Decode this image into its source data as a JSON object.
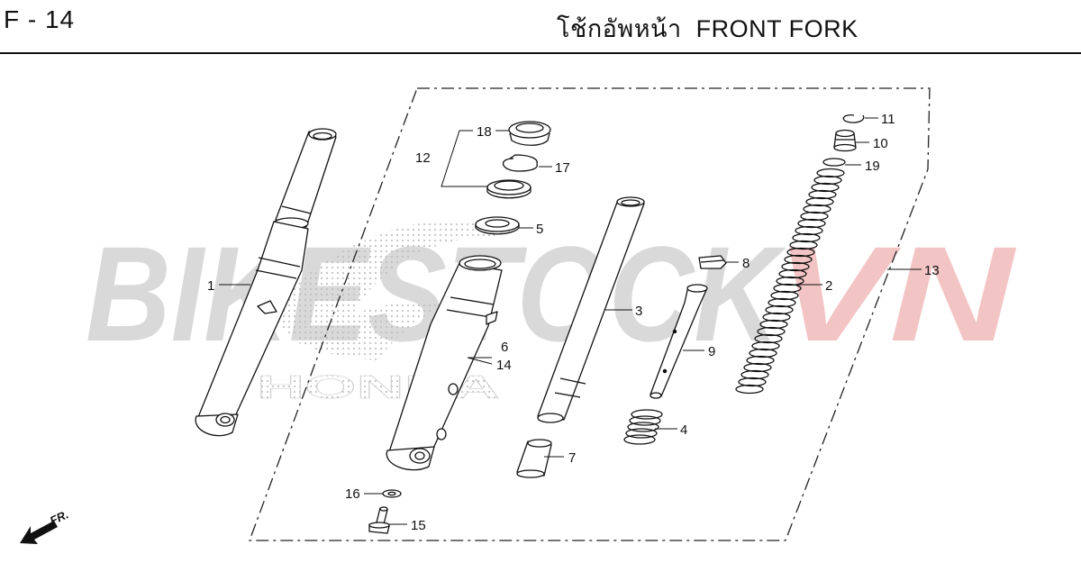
{
  "header": {
    "page_code": "F - 14",
    "title_thai": "โช้กอัพหน้า",
    "title_en": "FRONT FORK"
  },
  "watermark": {
    "text_main": "BIKESTOCK",
    "text_accent": "VN",
    "brand": "HONDA",
    "color_main": "#d9d9d9",
    "color_accent": "#f3c4c4"
  },
  "callouts": [
    {
      "num": "1"
    },
    {
      "num": "2"
    },
    {
      "num": "3"
    },
    {
      "num": "4"
    },
    {
      "num": "5"
    },
    {
      "num": "6"
    },
    {
      "num": "7"
    },
    {
      "num": "8"
    },
    {
      "num": "9"
    },
    {
      "num": "10"
    },
    {
      "num": "11"
    },
    {
      "num": "12"
    },
    {
      "num": "13"
    },
    {
      "num": "14"
    },
    {
      "num": "15"
    },
    {
      "num": "16"
    },
    {
      "num": "17"
    },
    {
      "num": "18"
    },
    {
      "num": "19"
    }
  ],
  "direction": {
    "label": "FR.",
    "icon": "arrow-front-icon"
  }
}
